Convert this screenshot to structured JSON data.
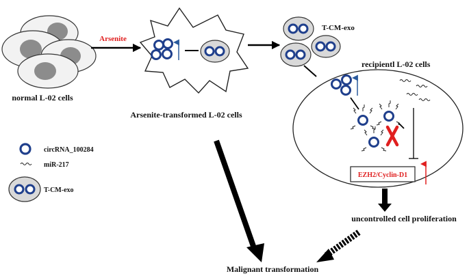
{
  "labels": {
    "normal_cells": "normal L-02 cells",
    "arsenite": "Arsenite",
    "transformed_cells": "Arsenite-transformed L-02 cells",
    "exo_cluster": "T-CM-exo",
    "recipient_cells": "recipientl L-02 cells",
    "target_box": "EZH2/Cyclin-D1",
    "proliferation": "uncontrolled cell proliferation",
    "malignant": "Malignant transformation"
  },
  "legend": [
    {
      "icon": "circrna-icon",
      "label": "circRNA_100284"
    },
    {
      "icon": "mirna-icon",
      "label": "miR-217"
    },
    {
      "icon": "exosome-icon",
      "label": "T-CM-exo"
    }
  ],
  "colors": {
    "circ_ring": "#1f3f8c",
    "exosome_fill": "#d9d9d9",
    "nucleus_fill": "#8c8c8c",
    "cell_fill": "#f0f0f0",
    "accent_red": "#e01f1f",
    "up_arrow": "#2a5a9c"
  }
}
